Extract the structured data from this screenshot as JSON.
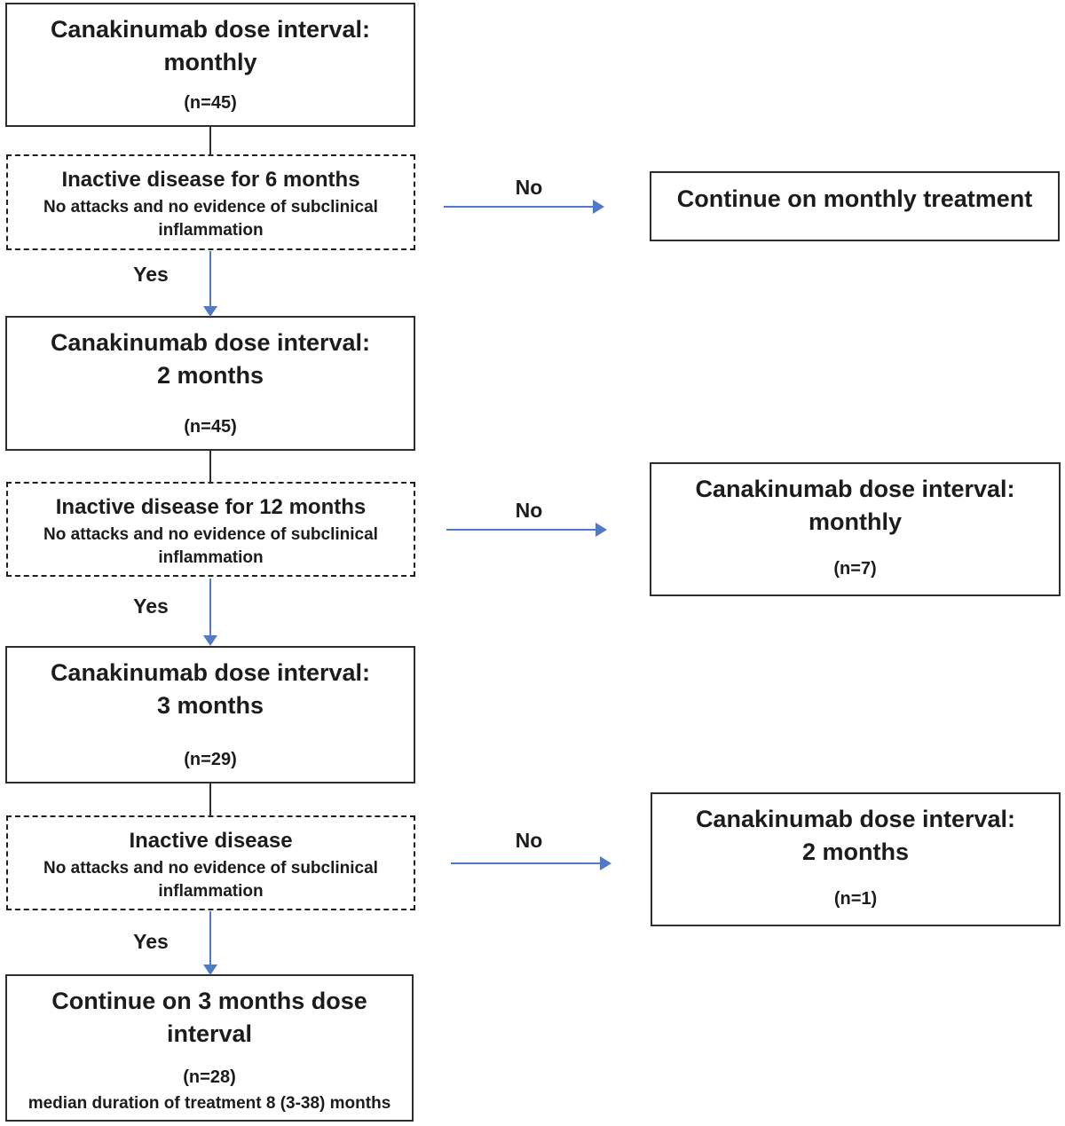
{
  "flow": {
    "labels": {
      "yes": "Yes",
      "no": "No"
    },
    "colors": {
      "arrow_blue": "#4e7ac7",
      "box_border": "#2d2d2d"
    },
    "step1": {
      "line1": "Canakinumab dose interval:",
      "line2": "monthly",
      "n": "(n=45)"
    },
    "decision1": {
      "title": "Inactive disease for 6 months",
      "subtitle": "No attacks and no evidence of subclinical inflammation"
    },
    "outcome1": {
      "title": "Continue on monthly treatment"
    },
    "step2": {
      "line1": "Canakinumab dose interval:",
      "line2": "2 months",
      "n": "(n=45)"
    },
    "decision2": {
      "title": "Inactive disease for 12 months",
      "subtitle": "No attacks and no evidence of subclinical inflammation"
    },
    "outcome2": {
      "line1": "Canakinumab dose interval:",
      "line2": "monthly",
      "n": "(n=7)"
    },
    "step3": {
      "line1": "Canakinumab dose interval:",
      "line2": "3 months",
      "n": "(n=29)"
    },
    "decision3": {
      "title": "Inactive disease",
      "subtitle": "No attacks and no evidence of subclinical inflammation"
    },
    "outcome3": {
      "line1": "Canakinumab dose interval:",
      "line2": "2 months",
      "n": "(n=1)"
    },
    "final": {
      "line1": "Continue on 3 months dose",
      "line2": "interval",
      "n": "(n=28)",
      "note": "median duration of treatment 8 (3-38) months"
    }
  }
}
